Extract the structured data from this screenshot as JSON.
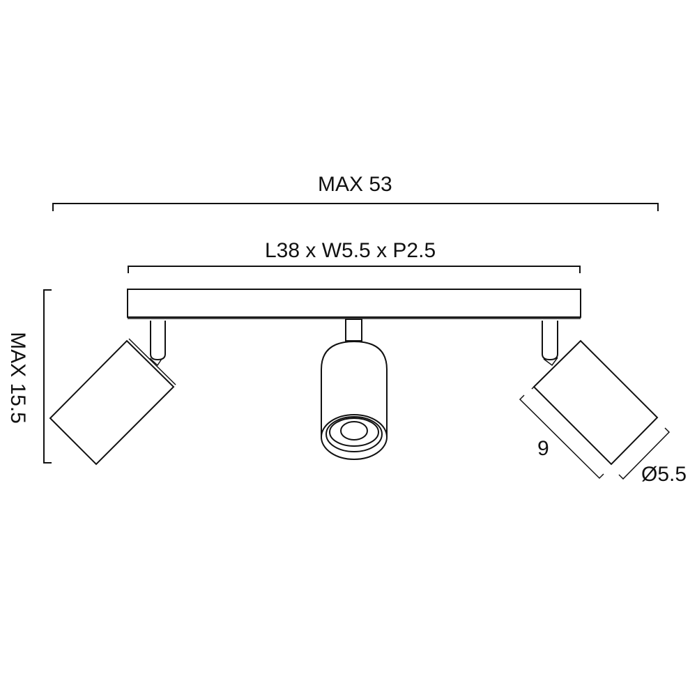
{
  "dimensions": {
    "max_width": "MAX 53",
    "bar_size": "L38 x W5.5 x P2.5",
    "max_height": "MAX 15.5",
    "spot_length": "9",
    "spot_diameter": "Ø5.5"
  },
  "colors": {
    "line": "#111111",
    "background": "#ffffff"
  }
}
